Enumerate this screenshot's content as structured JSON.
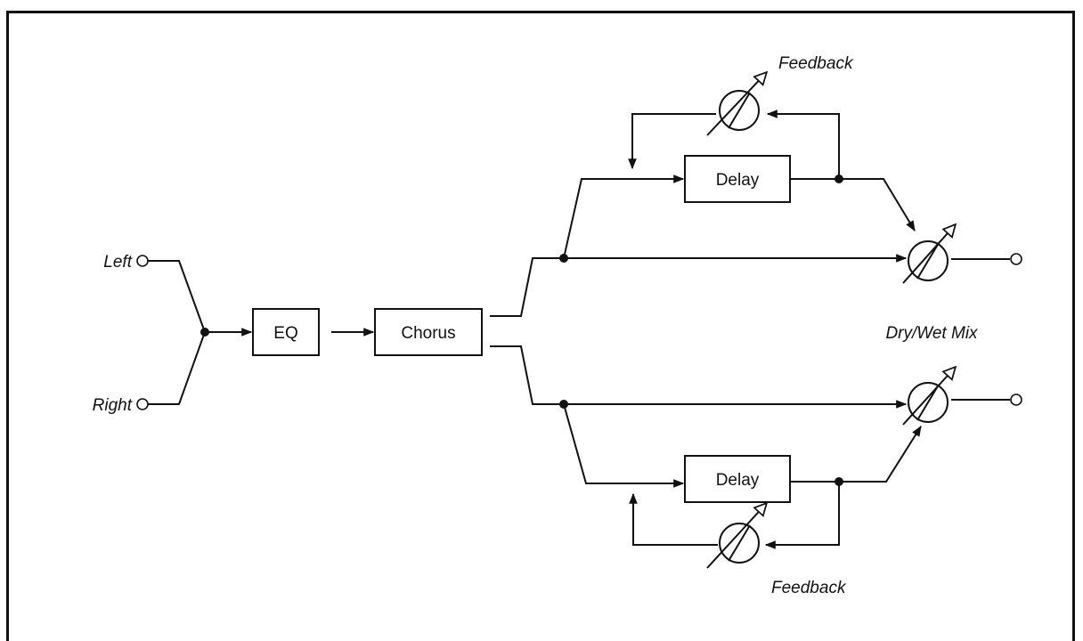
{
  "diagram": {
    "blocks": {
      "eq": "EQ",
      "chorus": "Chorus",
      "delay_top": "Delay",
      "delay_bottom": "Delay"
    },
    "inputs": {
      "left": "Left",
      "right": "Right"
    },
    "labels": {
      "feedback_top": "Feedback",
      "feedback_bottom": "Feedback",
      "dry_wet_mix": "Dry/Wet Mix"
    }
  }
}
